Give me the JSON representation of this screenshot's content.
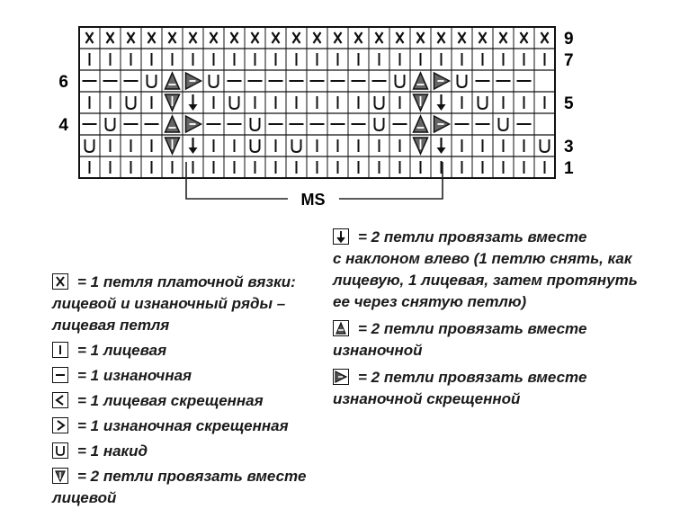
{
  "chart": {
    "row_numbers_right": [
      "9",
      "7",
      "5",
      "3",
      "1"
    ],
    "row_numbers_left": [
      "6",
      "4"
    ],
    "ms_label": "MS",
    "rows": [
      [
        "X",
        "X",
        "X",
        "X",
        "X",
        "X",
        "X",
        "X",
        "X",
        "X",
        "X",
        "X",
        "X",
        "X",
        "X",
        "X",
        "X",
        "X",
        "X",
        "X",
        "X",
        "X",
        "X"
      ],
      [
        "I",
        "I",
        "I",
        "I",
        "I",
        "I",
        "I",
        "I",
        "I",
        "I",
        "I",
        "I",
        "I",
        "I",
        "I",
        "I",
        "I",
        "I",
        "I",
        "I",
        "I",
        "I",
        "I"
      ],
      [
        "-",
        "-",
        "-",
        "U",
        "A",
        "P",
        "U",
        "-",
        "-",
        "-",
        "-",
        "-",
        "-",
        "-",
        "-",
        "U",
        "A",
        "P",
        "U",
        "-",
        "-",
        "-",
        ""
      ],
      [
        "I",
        "I",
        "U",
        "I",
        "V",
        "D",
        "I",
        "U",
        "I",
        "I",
        "I",
        "I",
        "I",
        "I",
        "U",
        "I",
        "V",
        "D",
        "I",
        "U",
        "I",
        "I",
        "I"
      ],
      [
        "-",
        "U",
        "-",
        "-",
        "A",
        "P",
        "-",
        "-",
        "U",
        "-",
        "-",
        "-",
        "-",
        "-",
        "U",
        "-",
        "A",
        "P",
        "-",
        "-",
        "U",
        "-",
        ""
      ],
      [
        "U",
        "I",
        "I",
        "I",
        "V",
        "D",
        "I",
        "I",
        "U",
        "I",
        "U",
        "I",
        "I",
        "I",
        "I",
        "I",
        "V",
        "D",
        "I",
        "I",
        "I",
        "I",
        "U"
      ],
      [
        "I",
        "I",
        "I",
        "I",
        "I",
        "I",
        "I",
        "I",
        "I",
        "I",
        "I",
        "I",
        "I",
        "I",
        "I",
        "I",
        "I",
        "I",
        "I",
        "I",
        "I",
        "I",
        "I"
      ]
    ]
  },
  "legend": {
    "x_line1": "= 1 петля платочной вязки:",
    "x_line2": "лицевой и изнаночный ряды –",
    "x_line3": "лицевая петля",
    "knit": "= 1 лицевая",
    "purl": "= 1 изнаночная",
    "knit_crossed": "= 1 лицевая скрещенная",
    "purl_crossed": "= 1 изнаночная скрещенная",
    "yarn_over": "= 1 накид",
    "k2tog_line1": "= 2 петли провязать вместе",
    "k2tog_line2": "лицевой",
    "ssk_line1": "= 2 петли провязать вместе",
    "ssk_line2": "с наклоном влево (1 петлю снять, как",
    "ssk_line3": "лицевую, 1 лицевая, затем протянуть",
    "ssk_line4": "ее через снятую петлю)",
    "p2tog_line1": "= 2 петли провязать вместе",
    "p2tog_line2": "изнаночной",
    "p2tog_tbl_line1": "= 2 петли провязать вместе",
    "p2tog_tbl_line2": "изнаночной скрещенной"
  }
}
